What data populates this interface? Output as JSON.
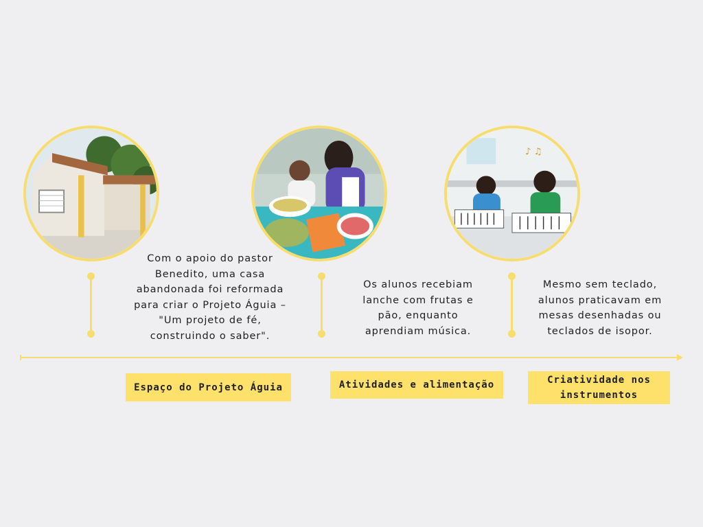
{
  "timeline": {
    "items": [
      {
        "photo": "house-photo",
        "description": "Com o apoio do pastor Benedito, uma casa abandonada foi reformada para criar o Projeto Águia – \"Um projeto de fé, construindo o saber\".",
        "label": "Espaço do Projeto Águia"
      },
      {
        "photo": "children-eating-fruit-photo",
        "description": "Os alunos recebiam lanche com frutas e pão, enquanto aprendiam música.",
        "label": "Atividades e alimentação"
      },
      {
        "photo": "children-paper-keyboards-photo",
        "description": "Mesmo sem teclado, alunos praticavam em mesas desenhadas ou teclados de isopor.",
        "label": "Criatividade nos instrumentos"
      }
    ]
  },
  "colors": {
    "background": "#efeff1",
    "accent": "#f7dd6d",
    "label_fill": "#fde16b"
  }
}
